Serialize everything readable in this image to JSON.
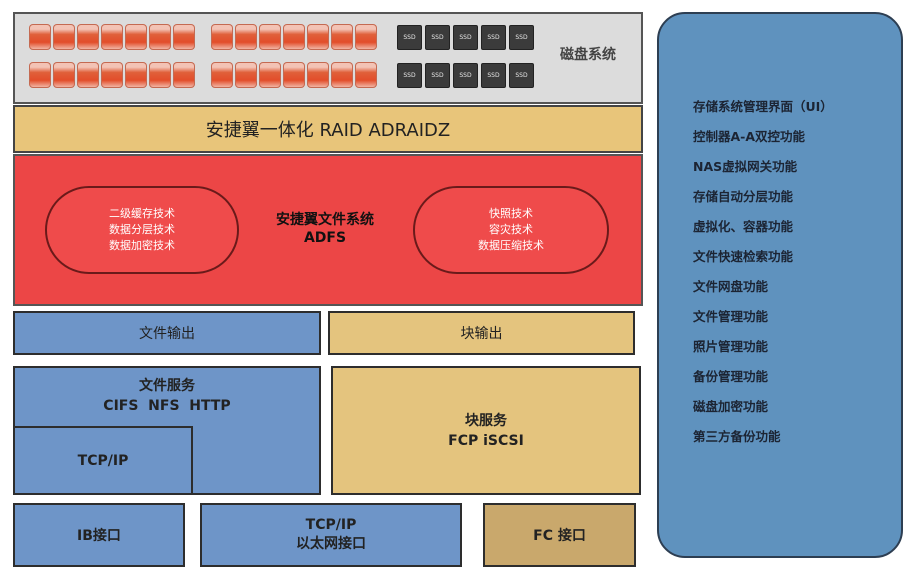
{
  "disk_system": {
    "label": "磁盘系统",
    "ssd_label": "SSD"
  },
  "raid": {
    "label": "安捷翼一体化 RAID ADRAIDZ"
  },
  "filesystem": {
    "title_line1": "安捷翼文件系统",
    "title_line2": "ADFS",
    "left_pill": [
      "二级缓存技术",
      "数据分层技术",
      "数据加密技术"
    ],
    "right_pill": [
      "快照技术",
      "容灾技术",
      "数据压缩技术"
    ]
  },
  "outputs": {
    "file_output": "文件输出",
    "block_output": "块输出"
  },
  "file_service": {
    "title": "文件服务",
    "protocols": "CIFS  NFS  HTTP",
    "tcpip": "TCP/IP"
  },
  "block_service": {
    "title": "块服务",
    "protocols": "FCP iSCSI"
  },
  "interfaces": {
    "ib": "IB接口",
    "ethernet_line1": "TCP/IP",
    "ethernet_line2": "以太网接口",
    "fc": "FC 接口"
  },
  "features": [
    "存储系统管理界面（UI）",
    "控制器A-A双控功能",
    "NAS虚拟网关功能",
    "存储自动分层功能",
    "虚拟化、容器功能",
    "文件快速检索功能",
    "文件网盘功能",
    "文件管理功能",
    "照片管理功能",
    "备份管理功能",
    "磁盘加密功能",
    "第三方备份功能"
  ]
}
